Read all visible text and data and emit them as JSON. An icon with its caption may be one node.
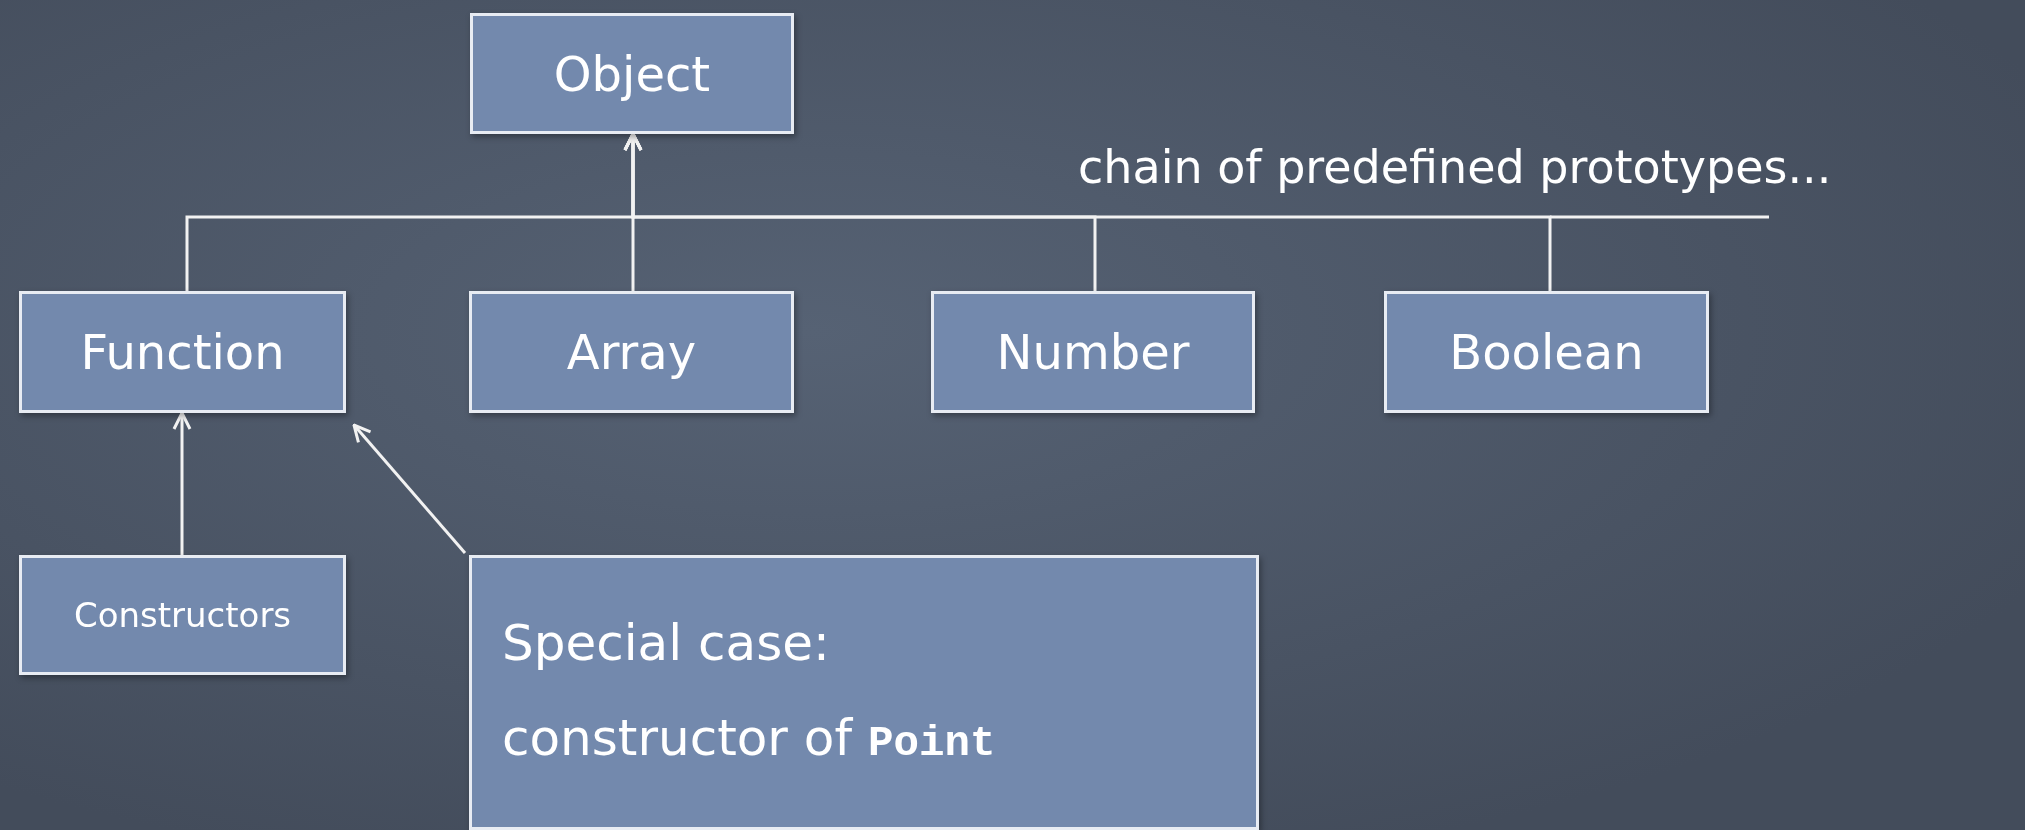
{
  "diagram": {
    "nodes": [
      {
        "text": [
          "Object"
        ]
      },
      {
        "text": [
          "Function"
        ]
      },
      {
        "text": [
          "Array"
        ]
      },
      {
        "text": [
          "Number"
        ]
      },
      {
        "text": [
          "Boolean"
        ]
      },
      {
        "text": [
          "Constructors"
        ]
      },
      {
        "text": [
          "Special case:",
          "constructor of **Point**"
        ]
      }
    ],
    "edges": [
      {
        "from": 1,
        "to": 0,
        "arrow": "to"
      },
      {
        "from": 2,
        "to": 0,
        "arrow": "to"
      },
      {
        "from": 3,
        "to": 0,
        "arrow": "to"
      },
      {
        "from": 4,
        "to": 0,
        "arrow": "to"
      },
      {
        "from": 5,
        "to": 1,
        "arrow": "to"
      },
      {
        "from": 6,
        "to": 1,
        "arrow": "to"
      }
    ],
    "labels": [
      "chain of predefined prototypes..."
    ]
  }
}
